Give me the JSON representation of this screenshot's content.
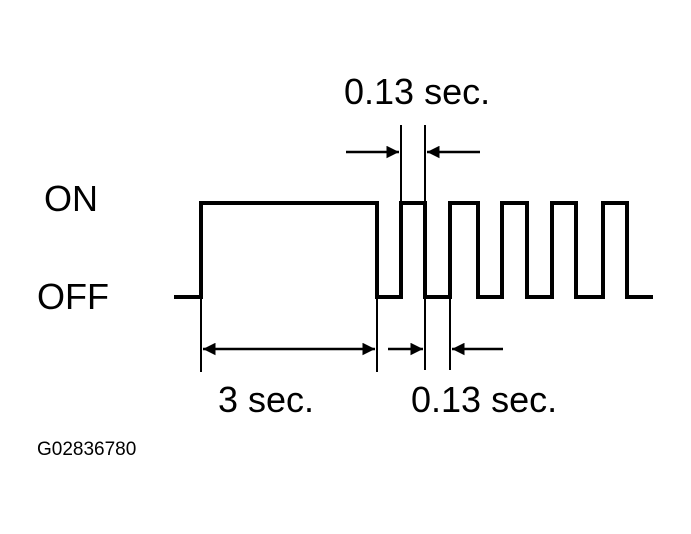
{
  "labels": {
    "on": "ON",
    "off": "OFF",
    "pulse_top": "0.13 sec.",
    "on_duration": "3 sec.",
    "pulse_bottom": "0.13 sec.",
    "figure_code": "G02836780"
  },
  "colors": {
    "line": "#000000",
    "background": "#ffffff"
  }
}
